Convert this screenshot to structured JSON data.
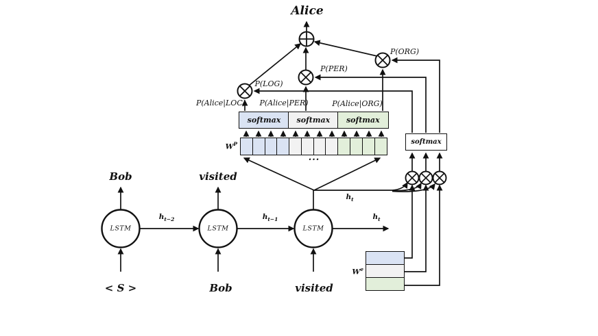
{
  "colors": {
    "blue": "#dae3f3",
    "gray": "#f2f2f2",
    "green": "#e2efda",
    "line": "#111111",
    "background": "#ffffff"
  },
  "top": {
    "predicted_word": "Alice"
  },
  "gates": {
    "p_log": "P(LOG)",
    "p_per": "P(PER)",
    "p_org": "P(ORG)"
  },
  "conditionals": {
    "loc": "P(Alice|LOC)",
    "per": "P(Alice|PER)",
    "org": "P(Alice|ORG)"
  },
  "softmax_boxes": {
    "loc": "softmax",
    "per": "softmax",
    "org": "softmax",
    "type": "softmax"
  },
  "wp": {
    "base": "W",
    "sup": "P",
    "cells": [
      "blue",
      "blue",
      "blue",
      "blue",
      "gray",
      "gray",
      "gray",
      "gray",
      "green",
      "green",
      "green",
      "green"
    ],
    "ellipsis": "..."
  },
  "we": {
    "base": "W",
    "sup": "e",
    "rows": [
      "blue",
      "gray",
      "green"
    ]
  },
  "hidden": {
    "h_t2": {
      "base": "h",
      "sub": "t−2"
    },
    "h_t1": {
      "base": "h",
      "sub": "t−1"
    },
    "h_t_out": {
      "base": "h",
      "sub": "t"
    },
    "h_t_branch": {
      "base": "h",
      "sub": "t"
    }
  },
  "lstm": {
    "cell1": "LSTM",
    "cell2": "LSTM",
    "cell3": "LSTM"
  },
  "outputs": {
    "step1": "Bob",
    "step2": "visited"
  },
  "inputs": {
    "step1": "< S >",
    "step2": "Bob",
    "step3": "visited"
  }
}
